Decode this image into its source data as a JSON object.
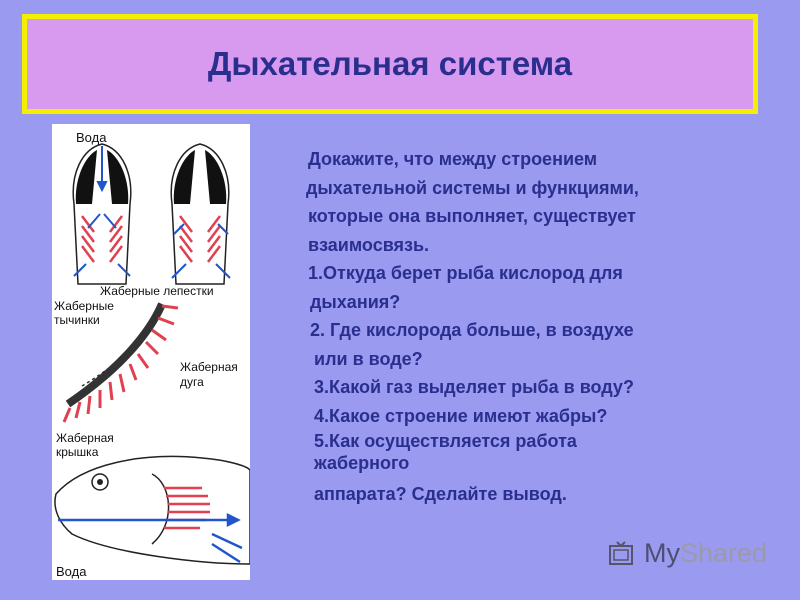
{
  "slide": {
    "title": "Дыхательная система"
  },
  "figure": {
    "labels": {
      "water_top": "Вода",
      "gill_filaments": "Жаберные лепестки",
      "gill_rakers_1": "Жаберные",
      "gill_rakers_2": "тычинки",
      "gill_arch_1": "Жаберная",
      "gill_arch_2": "дуга",
      "gill_cover_1": "Жаберная",
      "gill_cover_2": "крышка",
      "water_bottom": "Вода"
    }
  },
  "body": {
    "lines": [
      "Докажите, что между строением",
      "дыхательной системы и функциями,",
      " которые она выполняет, существует",
      " взаимосвязь.",
      " 1.Откуда берет рыба кислород для",
      "  дыхания?",
      "  2. Где кислорода больше, в воздухе",
      "   или в воде?",
      "   3.Какой газ выделяет рыба в воду?",
      "   4.Какое строение имеют жабры?",
      "   5.Как осуществляется работа",
      "    жаберного",
      "   аппарата? Сделайте вывод."
    ]
  },
  "watermark": {
    "text_a": "My",
    "text_b": "Shared"
  }
}
